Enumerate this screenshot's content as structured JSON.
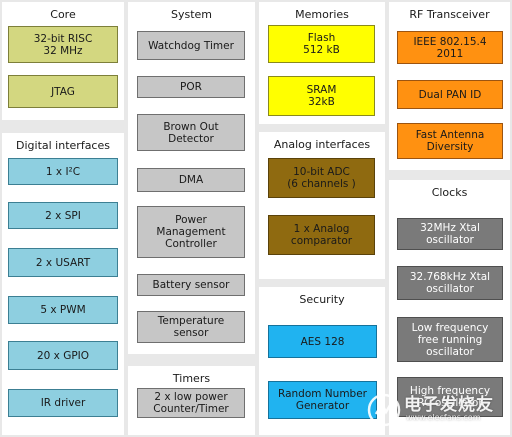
{
  "core": {
    "title": "Core",
    "items": [
      "32-bit RISC\n32 MHz",
      "JTAG"
    ]
  },
  "system": {
    "title": "System",
    "items": [
      "Watchdog Timer",
      "POR",
      "Brown Out\nDetector",
      "DMA",
      "Power\nManagement\nController",
      "Battery sensor",
      "Temperature\nsensor"
    ]
  },
  "memories": {
    "title": "Memories",
    "items": [
      "Flash\n512 kB",
      "SRAM\n32kB"
    ]
  },
  "rf": {
    "title": "RF Transceiver",
    "items": [
      "IEEE 802.15.4\n2011",
      "Dual PAN ID",
      "Fast Antenna\nDiversity"
    ]
  },
  "digital": {
    "title": "Digital interfaces",
    "items": [
      "1 x I²C",
      "2 x SPI",
      "2 x USART",
      "5 x PWM",
      "20 x GPIO",
      "IR driver"
    ]
  },
  "analog": {
    "title": "Analog interfaces",
    "items": [
      "10-bit ADC\n(6 channels )",
      "1 x Analog\ncomparator"
    ]
  },
  "clocks": {
    "title": "Clocks",
    "items": [
      "32MHz Xtal\noscillator",
      "32.768kHz Xtal\noscillator",
      "Low frequency\nfree running\noscillator",
      "High frequency\nRC oscillator"
    ]
  },
  "security": {
    "title": "Security",
    "items": [
      "AES 128",
      "Random Number\nGenerator"
    ]
  },
  "timers": {
    "title": "Timers",
    "items": [
      "2 x low power\nCounter/Timer"
    ]
  },
  "watermark": {
    "text": "电子发烧友",
    "url": "www.elecfans.com"
  }
}
